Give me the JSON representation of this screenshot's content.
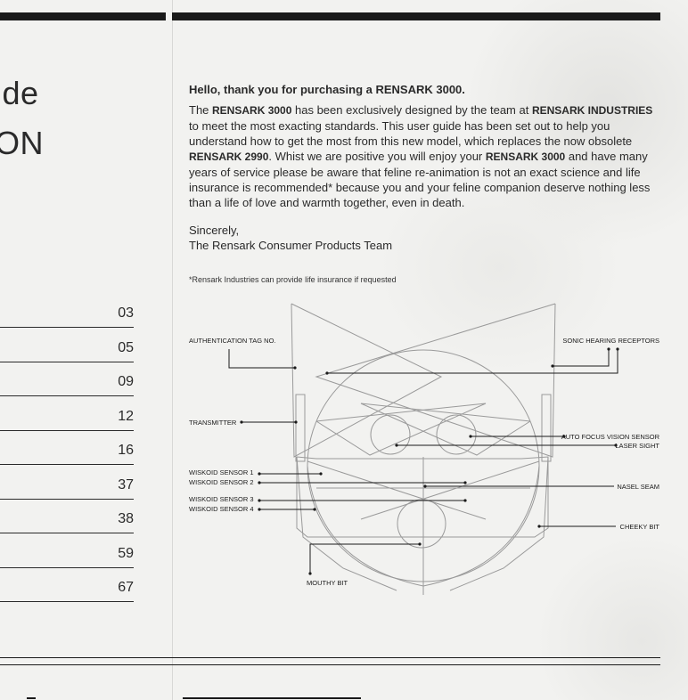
{
  "left_page": {
    "title_line1": "ide",
    "title_line2": "ON",
    "toc_pages": [
      "03",
      "05",
      "09",
      "12",
      "16",
      "37",
      "38",
      "59",
      "67"
    ]
  },
  "intro": {
    "greeting": "Hello, thank you for purchasing a RENSARK 3000.",
    "p_the": "The ",
    "p_brand1": "RENSARK 3000",
    "p_t1": " has been exclusively designed by the team at ",
    "p_brand2": "RENSARK INDUSTRIES",
    "p_t2": " to meet the most exacting standards. This user guide has been set out to help you understand how to get the most from this new model, which replaces the now obsolete ",
    "p_brand3": "RENSARK 2990",
    "p_t3": ". Whist we are positive you will enjoy your ",
    "p_brand4": "RENSARK 3000",
    "p_t4": " and have many years of service please be aware that feline re-animation is not an exact science and life insurance is recommended* because you and your feline companion deserve nothing less than a life of love and warmth together, even in death.",
    "signoff1": "Sincerely,",
    "signoff2": "The Rensark Consumer Products Team",
    "footnote": "*Rensark Industries can provide life insurance if requested"
  },
  "diagram": {
    "labels": {
      "authentication_tag": "AUTHENTICATION TAG NO.",
      "sonic_hearing": "SONIC HEARING RECEPTORS",
      "transmitter": "TRANSMITTER",
      "auto_focus": "AUTO FOCUS VISION SENSOR",
      "laser_sight": "LASER SIGHT",
      "wiskoid1": "WISKOID SENSOR 1",
      "wiskoid2": "WISKOID SENSOR 2",
      "nasel_seam": "NASEL SEAM",
      "wiskoid3": "WISKOID SENSOR 3",
      "wiskoid4": "WISKOID SENSOR 4",
      "cheeky_bit": "CHEEKY BIT",
      "mouthy_bit": "MOUTHY BIT"
    }
  }
}
